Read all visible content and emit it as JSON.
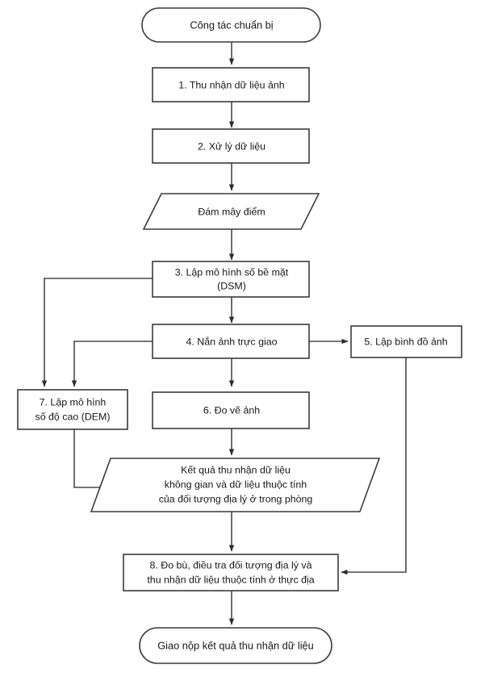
{
  "diagram": {
    "title": "Quy trinh thu nhan du lieu - flowchart",
    "colors": {
      "background": "#ffffff",
      "shape_fill": "#ffffff",
      "shape_stroke": "#3b3b3b",
      "connector_stroke": "#4a4a4a",
      "text": "#17171a"
    },
    "nodes": [
      {
        "id": "start",
        "shape": "terminator",
        "name": "start-terminator",
        "lines": [
          "Công tác chuẩn bị"
        ]
      },
      {
        "id": "step1",
        "shape": "process",
        "name": "process-step-1",
        "lines": [
          "1. Thu nhận dữ liệu ảnh"
        ]
      },
      {
        "id": "step2",
        "shape": "process",
        "name": "process-step-2",
        "lines": [
          "2. Xử lý dữ liệu"
        ]
      },
      {
        "id": "pointcloud",
        "shape": "data",
        "name": "data-point-cloud",
        "lines": [
          "Đám mây điểm"
        ]
      },
      {
        "id": "step3",
        "shape": "process",
        "name": "process-step-3-dsm",
        "lines": [
          "3. Lập mô hình số bề mặt",
          "(DSM)"
        ]
      },
      {
        "id": "step4",
        "shape": "process",
        "name": "process-step-4-orthorectify",
        "lines": [
          "4. Nắn ảnh trực giao"
        ]
      },
      {
        "id": "step5",
        "shape": "process",
        "name": "process-step-5-orthomosaic",
        "lines": [
          "5. Lập bình đồ ảnh"
        ]
      },
      {
        "id": "step6",
        "shape": "process",
        "name": "process-step-6-plotting",
        "lines": [
          "6.  Đo vẽ ảnh"
        ]
      },
      {
        "id": "step7",
        "shape": "process",
        "name": "process-step-7-dem",
        "lines": [
          "7.  Lập mô hình",
          "số độ cao (DEM)"
        ]
      },
      {
        "id": "result",
        "shape": "data",
        "name": "data-office-result",
        "lines": [
          "Kết quả thu nhận dữ liệu",
          "không gian và dữ liệu thuộc tính",
          "của đối tượng địa lý ở trong phòng"
        ]
      },
      {
        "id": "step8",
        "shape": "process",
        "name": "process-step-8-fieldwork",
        "lines": [
          "8. Đo bù, điều tra đối tượng địa lý và",
          "thu nhận dữ liệu thuộc tính ở thực địa"
        ]
      },
      {
        "id": "end",
        "shape": "terminator",
        "name": "end-terminator",
        "lines": [
          "Giao nộp kết quả  thu nhận dữ liệu"
        ]
      }
    ],
    "edges": [
      {
        "name": "edge-start-to-step1",
        "from": "start",
        "to": "step1"
      },
      {
        "name": "edge-step1-to-step2",
        "from": "step1",
        "to": "step2"
      },
      {
        "name": "edge-step2-to-pointcloud",
        "from": "step2",
        "to": "pointcloud"
      },
      {
        "name": "edge-pointcloud-to-step3",
        "from": "pointcloud",
        "to": "step3"
      },
      {
        "name": "edge-step3-to-step4",
        "from": "step3",
        "to": "step4"
      },
      {
        "name": "edge-step3-to-step7",
        "from": "step3",
        "to": "step7"
      },
      {
        "name": "edge-step4-to-step5",
        "from": "step4",
        "to": "step5"
      },
      {
        "name": "edge-step4-to-step6",
        "from": "step4",
        "to": "step6"
      },
      {
        "name": "edge-step4-to-step7",
        "from": "step4",
        "to": "step7"
      },
      {
        "name": "edge-step6-to-result",
        "from": "step6",
        "to": "result"
      },
      {
        "name": "edge-step7-to-result",
        "from": "step7",
        "to": "result"
      },
      {
        "name": "edge-result-to-step8",
        "from": "result",
        "to": "step8"
      },
      {
        "name": "edge-step5-to-step8",
        "from": "step5",
        "to": "step8"
      },
      {
        "name": "edge-step8-to-end",
        "from": "step8",
        "to": "end"
      }
    ]
  }
}
